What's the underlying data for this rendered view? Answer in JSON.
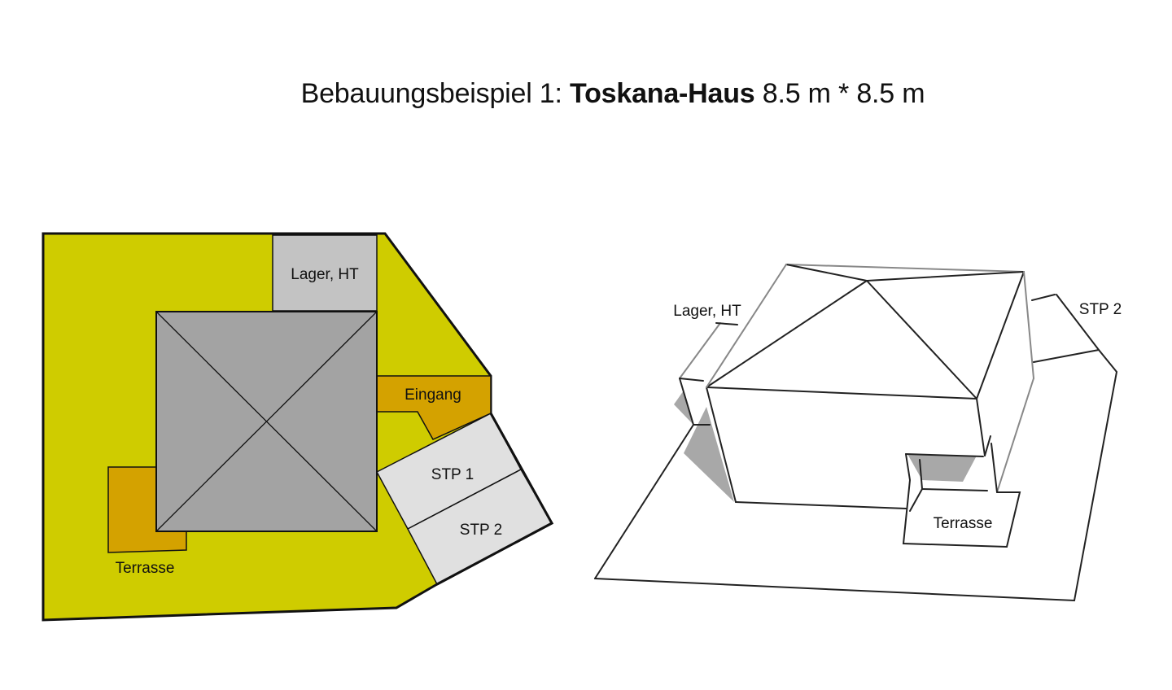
{
  "title": {
    "prefix": "Bebauungsbeispiel 1:",
    "bold": "Toskana-Haus",
    "suffix": "8.5 m * 8.5 m"
  },
  "site_plan": {
    "labels": {
      "storage": "Lager, HT",
      "entrance": "Eingang",
      "parking1": "STP 1",
      "parking2": "STP 2",
      "terrace": "Terrasse"
    },
    "colors": {
      "plot": "#cfcc00",
      "house_roof": "#a3a3a3",
      "storage": "#c3c3c3",
      "paved": "#d4a200",
      "parking": "#e0e0e0",
      "outline": "#111111"
    }
  },
  "view_3d": {
    "labels": {
      "storage": "Lager, HT",
      "parking2": "STP 2",
      "terrace": "Terrasse"
    },
    "colors": {
      "shadow": "#a8a8a8",
      "line": "#222222"
    }
  }
}
